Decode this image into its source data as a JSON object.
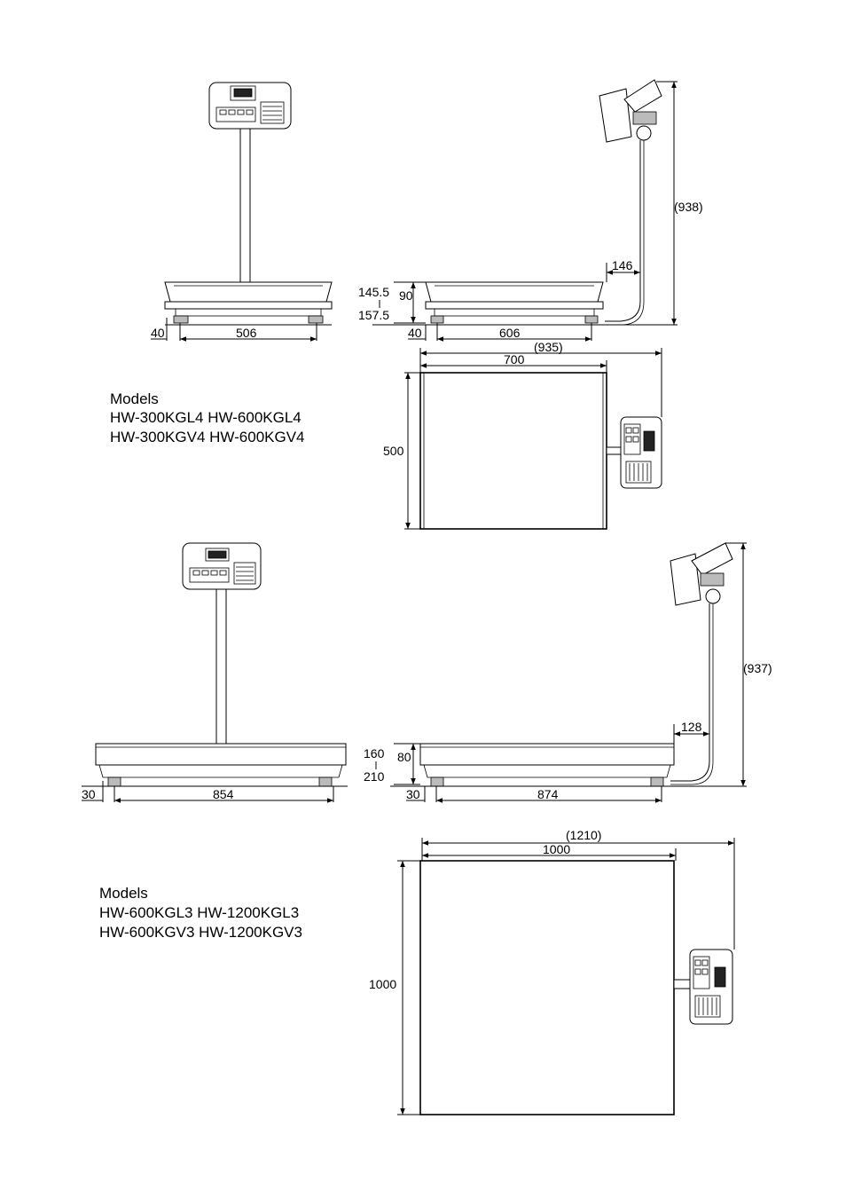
{
  "group1": {
    "models_heading": "Models",
    "models_line1": "HW-300KGL4  HW-600KGL4",
    "models_line2": "HW-300KGV4  HW-600KGV4",
    "front": {
      "dim_left": "40",
      "dim_width": "506"
    },
    "side": {
      "dim_height": "(938)",
      "dim_offset": "146",
      "dim_h_lo": "145.5",
      "dim_h_hi": "157.5",
      "dim_base": "90",
      "dim_left": "40",
      "dim_width": "606"
    },
    "top": {
      "dim_total": "(935)",
      "dim_width": "700",
      "dim_depth": "500"
    }
  },
  "group2": {
    "models_heading": "Models",
    "models_line1": "HW-600KGL3  HW-1200KGL3",
    "models_line2": "HW-600KGV3  HW-1200KGV3",
    "front": {
      "dim_left": "30",
      "dim_width": "854"
    },
    "side": {
      "dim_height": "(937)",
      "dim_offset": "128",
      "dim_h_lo": "160",
      "dim_h_hi": "210",
      "dim_base": "80",
      "dim_left": "30",
      "dim_width": "874"
    },
    "top": {
      "dim_total": "(1210)",
      "dim_width": "1000",
      "dim_depth": "1000"
    }
  },
  "icons": [
    "indicator-front-icon",
    "indicator-side-icon",
    "indicator-top-icon"
  ]
}
